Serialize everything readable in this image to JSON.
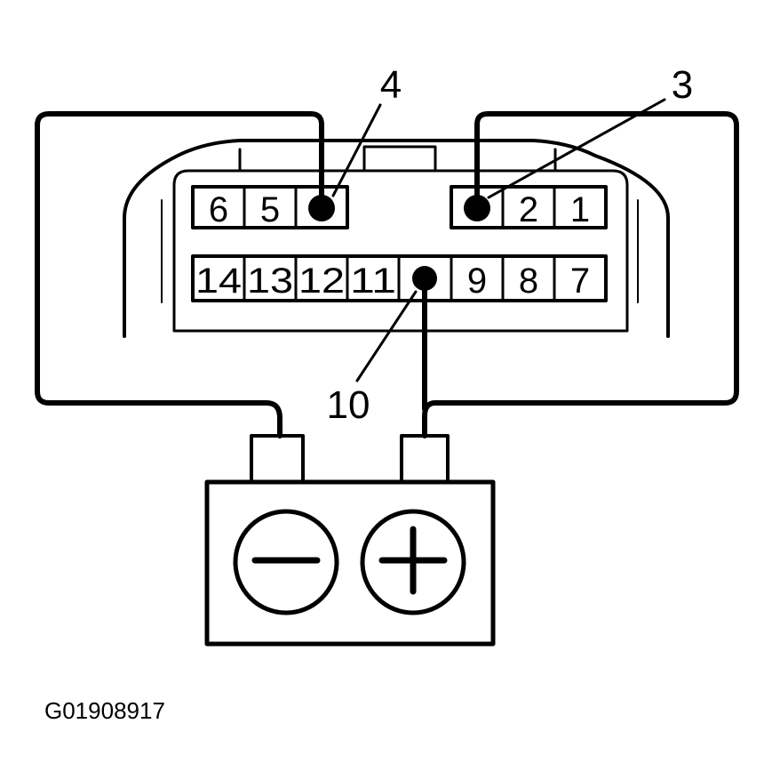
{
  "connector": {
    "top_row_left": [
      "6",
      "5"
    ],
    "top_row_right": [
      "2",
      "1"
    ],
    "bottom_row_left": [
      "14",
      "13",
      "12",
      "11"
    ],
    "bottom_row_right": [
      "9",
      "8",
      "7"
    ]
  },
  "callouts": {
    "pin_4": "4",
    "pin_3": "3",
    "pin_10": "10"
  },
  "battery": {
    "negative_symbol": "minus-sign",
    "positive_symbol": "plus-sign"
  },
  "figure_code": "G01908917"
}
